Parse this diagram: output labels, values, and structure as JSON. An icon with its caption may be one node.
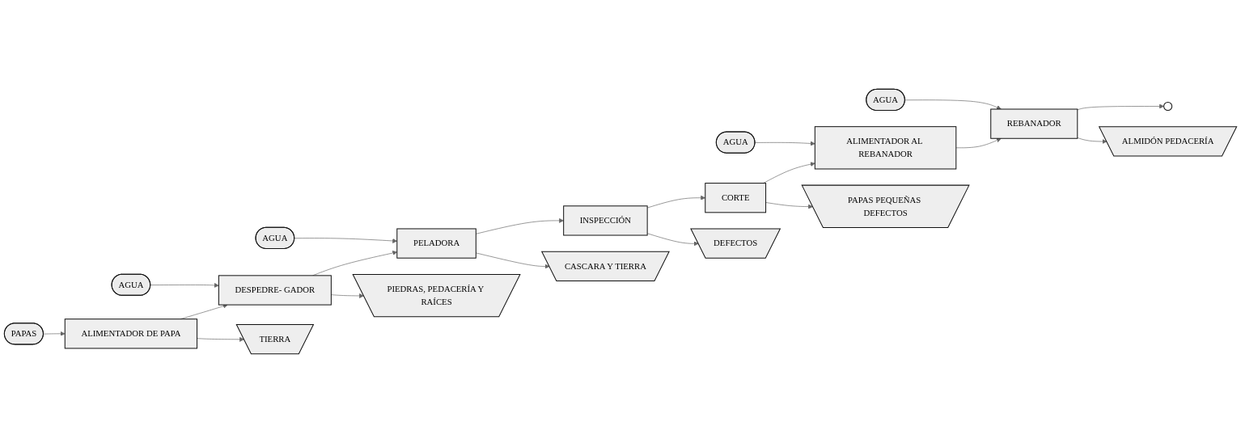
{
  "diagram": {
    "nodes": [
      {
        "text": [
          "PAPAS"
        ]
      },
      {
        "text": [
          "AGUA"
        ]
      },
      {
        "text": [
          "AGUA"
        ]
      },
      {
        "text": [
          "AGUA"
        ]
      },
      {
        "text": [
          "AGUA"
        ]
      },
      {
        "text": [
          "ALIMENTADOR DE PAPA"
        ]
      },
      {
        "text": [
          "DESPEDRE- GADOR"
        ]
      },
      {
        "text": [
          "PELADORA"
        ]
      },
      {
        "text": [
          "INSPECCIÓN"
        ]
      },
      {
        "text": [
          "CORTE"
        ]
      },
      {
        "text": [
          "ALIMENTADOR AL REBANADOR"
        ]
      },
      {
        "text": [
          "REBANADOR"
        ]
      },
      {
        "text": [],
        "shape": "circle"
      },
      {
        "text": [
          "TIERRA"
        ]
      },
      {
        "text": [
          "PIEDRAS, PEDACERÍA Y RAÍCES"
        ]
      },
      {
        "text": [
          "CASCARA Y TIERRA"
        ]
      },
      {
        "text": [
          "DEFECTOS"
        ]
      },
      {
        "text": [
          "PAPAS PEQUEÑAS DEFECTOS"
        ]
      },
      {
        "text": [
          "ALMIDÓN PEDACERÍA"
        ]
      }
    ],
    "edges": [
      {
        "from": 0,
        "to": 5,
        "arrow": "to"
      },
      {
        "from": 1,
        "to": 6,
        "arrow": "to"
      },
      {
        "from": 2,
        "to": 7,
        "arrow": "to"
      },
      {
        "from": 3,
        "to": 10,
        "arrow": "to"
      },
      {
        "from": 4,
        "to": 11,
        "arrow": "to"
      },
      {
        "from": 5,
        "to": 6,
        "arrow": "to"
      },
      {
        "from": 6,
        "to": 7,
        "arrow": "to"
      },
      {
        "from": 7,
        "to": 8,
        "arrow": "to"
      },
      {
        "from": 8,
        "to": 9,
        "arrow": "to"
      },
      {
        "from": 9,
        "to": 10,
        "arrow": "to"
      },
      {
        "from": 10,
        "to": 11,
        "arrow": "to"
      },
      {
        "from": 11,
        "to": 12,
        "arrow": "to"
      },
      {
        "from": 5,
        "to": 13,
        "arrow": "to"
      },
      {
        "from": 6,
        "to": 14,
        "arrow": "to"
      },
      {
        "from": 7,
        "to": 15,
        "arrow": "to"
      },
      {
        "from": 8,
        "to": 16,
        "arrow": "to"
      },
      {
        "from": 9,
        "to": 17,
        "arrow": "to"
      },
      {
        "from": 11,
        "to": 18,
        "arrow": "to"
      }
    ]
  }
}
